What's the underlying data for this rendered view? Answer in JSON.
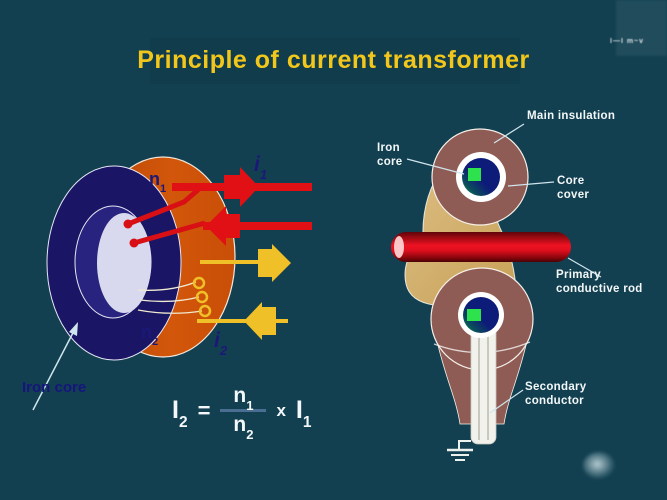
{
  "title": "Principle of current transformer",
  "watermark_text": "l—l m~v",
  "left_diagram": {
    "n1": {
      "base": "n",
      "sub": "1"
    },
    "n2": {
      "base": "n",
      "sub": "2"
    },
    "i1": {
      "base": "i",
      "sub": "1"
    },
    "i2": {
      "base": "i",
      "sub": "2"
    },
    "iron_core_label": "Iron core"
  },
  "formula": {
    "lhs_base": "I",
    "lhs_sub": "2",
    "equals": "=",
    "numerator_base": "n",
    "numerator_sub": "1",
    "denominator_base": "n",
    "denominator_sub": "2",
    "multiply": "x",
    "rhs_base": "I",
    "rhs_sub": "1"
  },
  "right_diagram": {
    "labels": {
      "main_insulation": "Main insulation",
      "iron_core_line1": "Iron",
      "iron_core_line2": "core",
      "core_cover_line1": "Core",
      "core_cover_line2": "cover",
      "primary_line1": "Primary",
      "primary_line2": "conductive rod",
      "secondary_line1": "Secondary",
      "secondary_line2": "conductor"
    }
  },
  "colors": {
    "background": "#134051",
    "title_yellow": "#F2C71B",
    "label_navy": "#1B1878",
    "torus_front_navy": "#1A1565",
    "torus_side_orange": "#CC4E08",
    "torus_hole_lavender": "#D8D8EE",
    "arrow_red": "#E01015",
    "arrow_yellow": "#EFC028",
    "insulation_brown": "#8E5C55",
    "body_tan": "#D7B679",
    "core_navy": "#0D1C78",
    "core_green_square": "#2EE24E",
    "rod_red": "#E01020",
    "white": "#FFFFFF"
  }
}
